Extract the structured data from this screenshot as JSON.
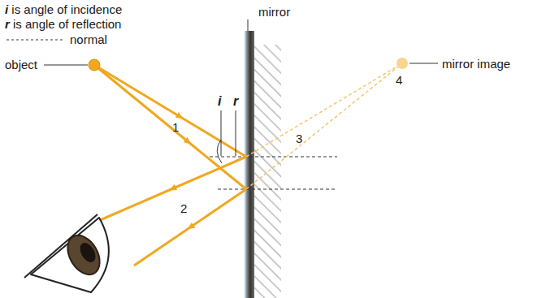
{
  "diagram": {
    "labels": [
      "i is angle of incidence",
      "r is angle of reflection",
      "mirror",
      "object",
      "mirror image",
      "1",
      "2",
      "3",
      "4",
      "i",
      "r"
    ],
    "legend": [
      {
        "text": "normal"
      }
    ]
  }
}
